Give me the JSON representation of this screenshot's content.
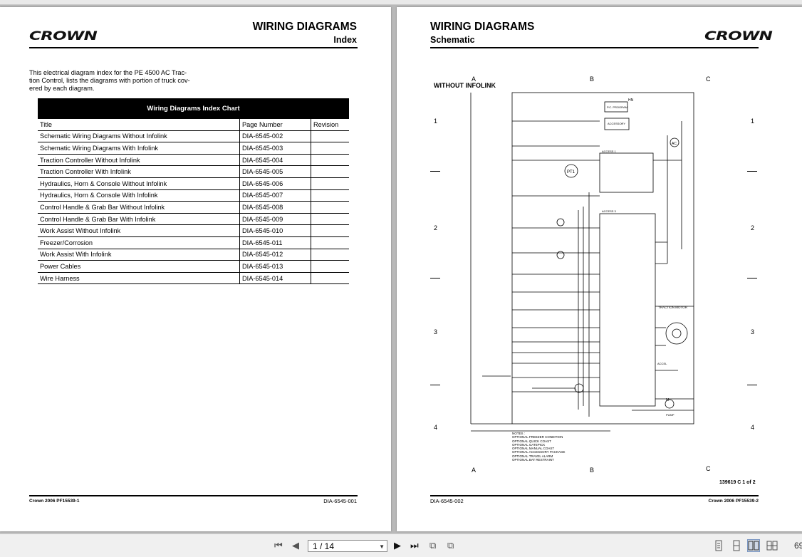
{
  "left_page": {
    "logo": "CROWN",
    "title": "WIRING DIAGRAMS",
    "subtitle": "Index",
    "intro_lines": [
      "This electrical diagram index for the PE 4500 AC Trac-",
      "tion Control, lists the diagrams with portion of truck cov-",
      "ered by each diagram."
    ],
    "table": {
      "caption": "Wiring Diagrams Index Chart",
      "headers": [
        "Title",
        "Page Number",
        "Revision"
      ],
      "rows": [
        {
          "title": "Schematic Wiring Diagrams Without Infolink",
          "page": "DIA-6545-002"
        },
        {
          "title": "Schematic Wiring Diagrams With Infolink",
          "page": "DIA-6545-003"
        },
        {
          "title": "Traction Controller Without Infolink",
          "page": "DIA-6545-004"
        },
        {
          "title": "Traction Controller With Infolink",
          "page": "DIA-6545-005"
        },
        {
          "title": "Hydraulics, Horn & Console Without Infolink",
          "page": "DIA-6545-006"
        },
        {
          "title": "Hydraulics, Horn & Console With Infolink",
          "page": "DIA-6545-007"
        },
        {
          "title": "Control Handle & Grab Bar Without Infolink",
          "page": "DIA-6545-008"
        },
        {
          "title": "Control Handle & Grab Bar With Infolink",
          "page": "DIA-6545-009"
        },
        {
          "title": "Work Assist Without Infolink",
          "page": "DIA-6545-010"
        },
        {
          "title": "Freezer/Corrosion",
          "page": "DIA-6545-011"
        },
        {
          "title": "Work Assist With Infolink",
          "page": "DIA-6545-012"
        },
        {
          "title": "Power Cables",
          "page": "DIA-6545-013"
        },
        {
          "title": "Wire Harness",
          "page": "DIA-6545-014"
        }
      ]
    },
    "footer_left": "Crown 2006 PF15539-1",
    "footer_right": "DIA-6545-001"
  },
  "right_page": {
    "logo": "CROWN",
    "title": "WIRING DIAGRAMS",
    "subtitle": "Schematic",
    "diagram_label": "WITHOUT INFOLINK",
    "columns": [
      "A",
      "B",
      "C"
    ],
    "rows": [
      "1",
      "2",
      "3",
      "4"
    ],
    "traction_motor_label": "TRACTION MOTOR",
    "notes_title": "NOTES :",
    "notes": [
      "OPTIONAL FREEZER CONDITION",
      "OPTIONAL QUICK COAST",
      "OPTIONAL GATEPICK",
      "OPTIONAL MANUAL COAST",
      "OPTIONAL ACCESSORY PACKAGE",
      "OPTIONAL TRAVEL ALARM",
      "OPTIONAL BAT RESTRAINT"
    ],
    "drawing_number": "139619 C 1 of 2",
    "footer_left": "DIA-6545-002",
    "footer_right": "Crown 2006 PF15539-2"
  },
  "toolbar": {
    "page_indicator": "1 / 14",
    "zoom": "69"
  },
  "colors": {
    "background": "#b9b9b9",
    "toolbar": "#f0f0f0",
    "table_header": "#000000"
  }
}
